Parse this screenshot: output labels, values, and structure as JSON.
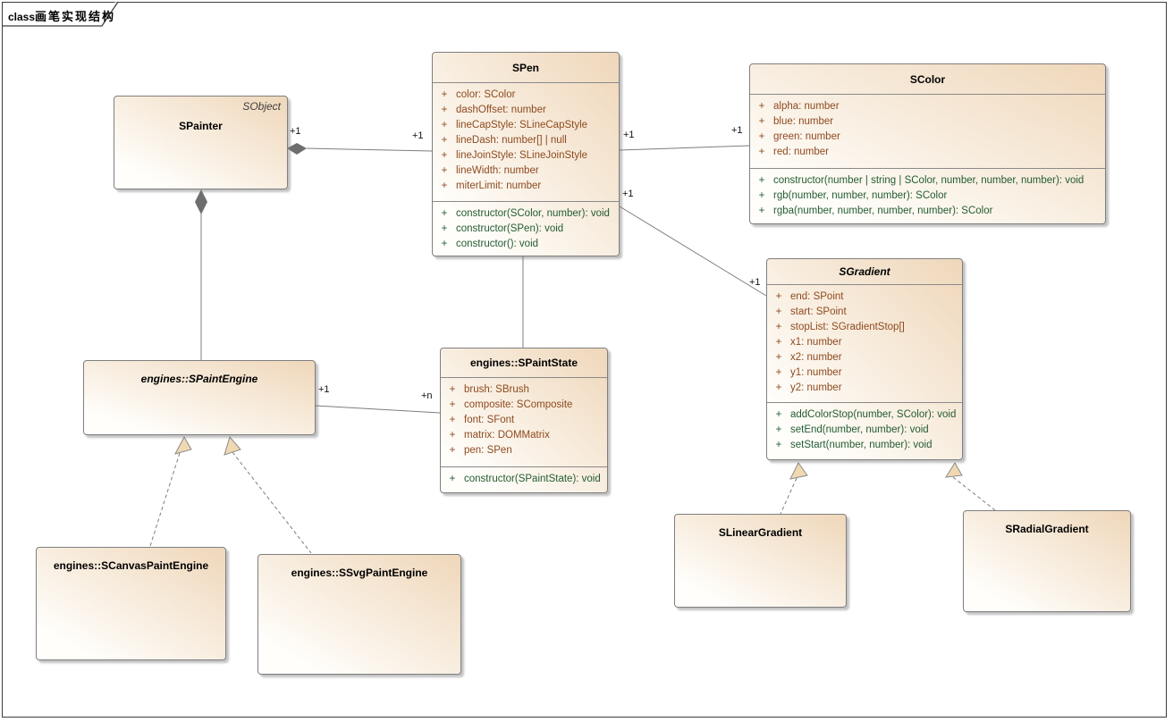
{
  "tab": {
    "keyword": "class",
    "title": "画笔实现结构"
  },
  "visibility_marker": "+",
  "colors": {
    "attribute_text": "#8e4a1f",
    "method_text": "#235c31",
    "box_fill_light": "#fffefb",
    "box_fill_tan": "#efd7ba",
    "box_border": "#7f7f7f",
    "line": "#7d7d7d",
    "arrowhead_fill": "#f0d9b2",
    "diamond_fill": "#6e6e6e"
  },
  "classes": {
    "spainter": {
      "name": "SPainter",
      "stereotype": "SObject",
      "attributes": [],
      "methods": []
    },
    "spen": {
      "name": "SPen",
      "attributes": [
        "color: SColor",
        "dashOffset: number",
        "lineCapStyle: SLineCapStyle",
        "lineDash: number[] | null",
        "lineJoinStyle: SLineJoinStyle",
        "lineWidth: number",
        "miterLimit: number"
      ],
      "methods": [
        "constructor(SColor, number): void",
        "constructor(SPen): void",
        "constructor(): void"
      ]
    },
    "scolor": {
      "name": "SColor",
      "attributes": [
        "alpha: number",
        "blue: number",
        "green: number",
        "red: number"
      ],
      "methods": [
        "constructor(number | string | SColor, number, number, number): void",
        "rgb(number, number, number): SColor",
        "rgba(number, number, number, number): SColor"
      ]
    },
    "sgradient": {
      "name": "SGradient",
      "attributes": [
        "end: SPoint",
        "start: SPoint",
        "stopList: SGradientStop[]",
        "x1: number",
        "x2: number",
        "y1: number",
        "y2: number"
      ],
      "methods": [
        "addColorStop(number, SColor): void",
        "setEnd(number, number): void",
        "setStart(number, number): void"
      ]
    },
    "spaintengine": {
      "name": "engines::SPaintEngine",
      "attributes": [],
      "methods": []
    },
    "spaintstate": {
      "name": "engines::SPaintState",
      "attributes": [
        "brush: SBrush",
        "composite: SComposite",
        "font: SFont",
        "matrix: DOMMatrix",
        "pen: SPen"
      ],
      "methods": [
        "constructor(SPaintState): void"
      ]
    },
    "scanvas": {
      "name": "engines::SCanvasPaintEngine",
      "attributes": [],
      "methods": []
    },
    "ssvg": {
      "name": "engines::SSvgPaintEngine",
      "attributes": [],
      "methods": []
    },
    "slinear": {
      "name": "SLinearGradient",
      "attributes": [],
      "methods": []
    },
    "sradial": {
      "name": "SRadialGradient",
      "attributes": [],
      "methods": []
    }
  },
  "connectors": [
    {
      "type": "composition",
      "from": "SPainter",
      "to": "SPen",
      "source_label": "+1",
      "target_label": "+1"
    },
    {
      "type": "composition",
      "from": "SPainter",
      "to": "engines::SPaintEngine"
    },
    {
      "type": "association",
      "from": "SPen",
      "to": "SColor",
      "source_label": "+1",
      "target_label": "+1"
    },
    {
      "type": "association",
      "from": "SPen",
      "to": "SGradient",
      "source_label": "+1",
      "target_label": "+1"
    },
    {
      "type": "association",
      "from": "SPen",
      "to": "engines::SPaintState"
    },
    {
      "type": "association",
      "from": "engines::SPaintEngine",
      "to": "engines::SPaintState",
      "source_label": "+1",
      "target_label": "+n"
    },
    {
      "type": "generalization",
      "from": "engines::SCanvasPaintEngine",
      "to": "engines::SPaintEngine"
    },
    {
      "type": "generalization",
      "from": "engines::SSvgPaintEngine",
      "to": "engines::SPaintEngine"
    },
    {
      "type": "generalization",
      "from": "SLinearGradient",
      "to": "SGradient"
    },
    {
      "type": "generalization",
      "from": "SRadialGradient",
      "to": "SGradient"
    }
  ]
}
